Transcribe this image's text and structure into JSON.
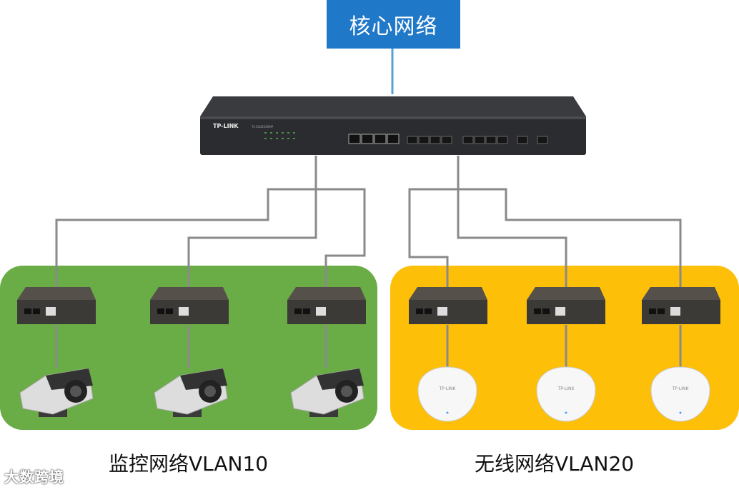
{
  "core_network": {
    "label": "核心网络"
  },
  "switch": {
    "brand": "TP-LINK",
    "model": "TL-SG3210XHP"
  },
  "zones": {
    "surveillance": {
      "label": "监控网络VLAN10",
      "color": "#6aac46"
    },
    "wireless": {
      "label": "无线网络VLAN20",
      "color": "#fdbf08"
    }
  },
  "devices": {
    "converters": 6,
    "cameras": 3,
    "access_points": 3,
    "ap_brand": "TP-LINK"
  },
  "watermark": {
    "text": "大数跨境"
  },
  "colors": {
    "core_box": "#1f78c8",
    "link_line": "#808080",
    "core_line": "#5aa0d8"
  }
}
